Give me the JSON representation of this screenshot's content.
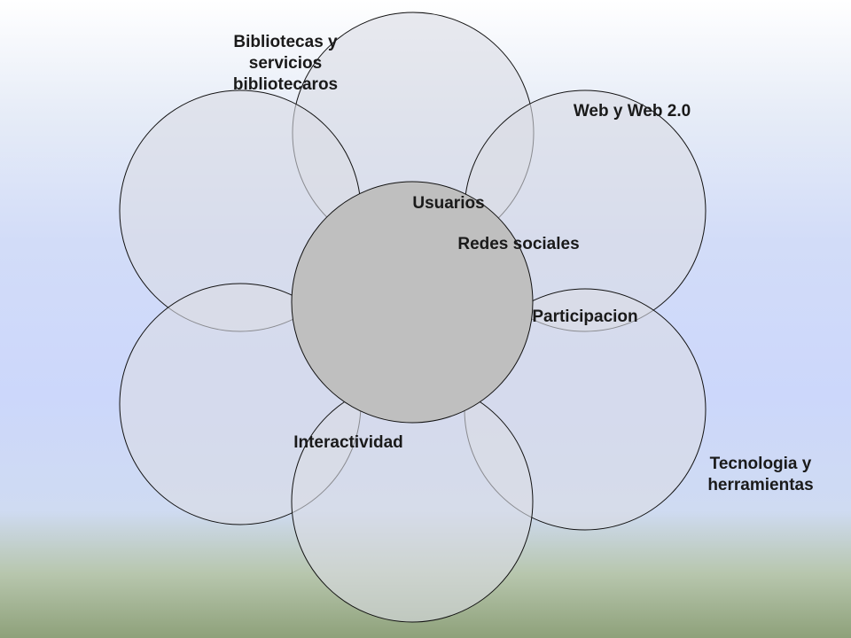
{
  "colors": {
    "petal_fill": "#dadce4",
    "center_fill": "#bfbfbf",
    "outline": "#111111",
    "text": "#1a1a1a"
  },
  "diagram": {
    "labels": {
      "bibliotecas": "Bibliotecas y\nservicios\nbibliotecaros",
      "web": "Web y Web 2.0",
      "usuarios": "Usuarios",
      "redes": "Redes sociales",
      "participacion": "Participacion",
      "interactividad": "Interactividad",
      "tecnologia": "Tecnologia y\nherramientas"
    }
  }
}
